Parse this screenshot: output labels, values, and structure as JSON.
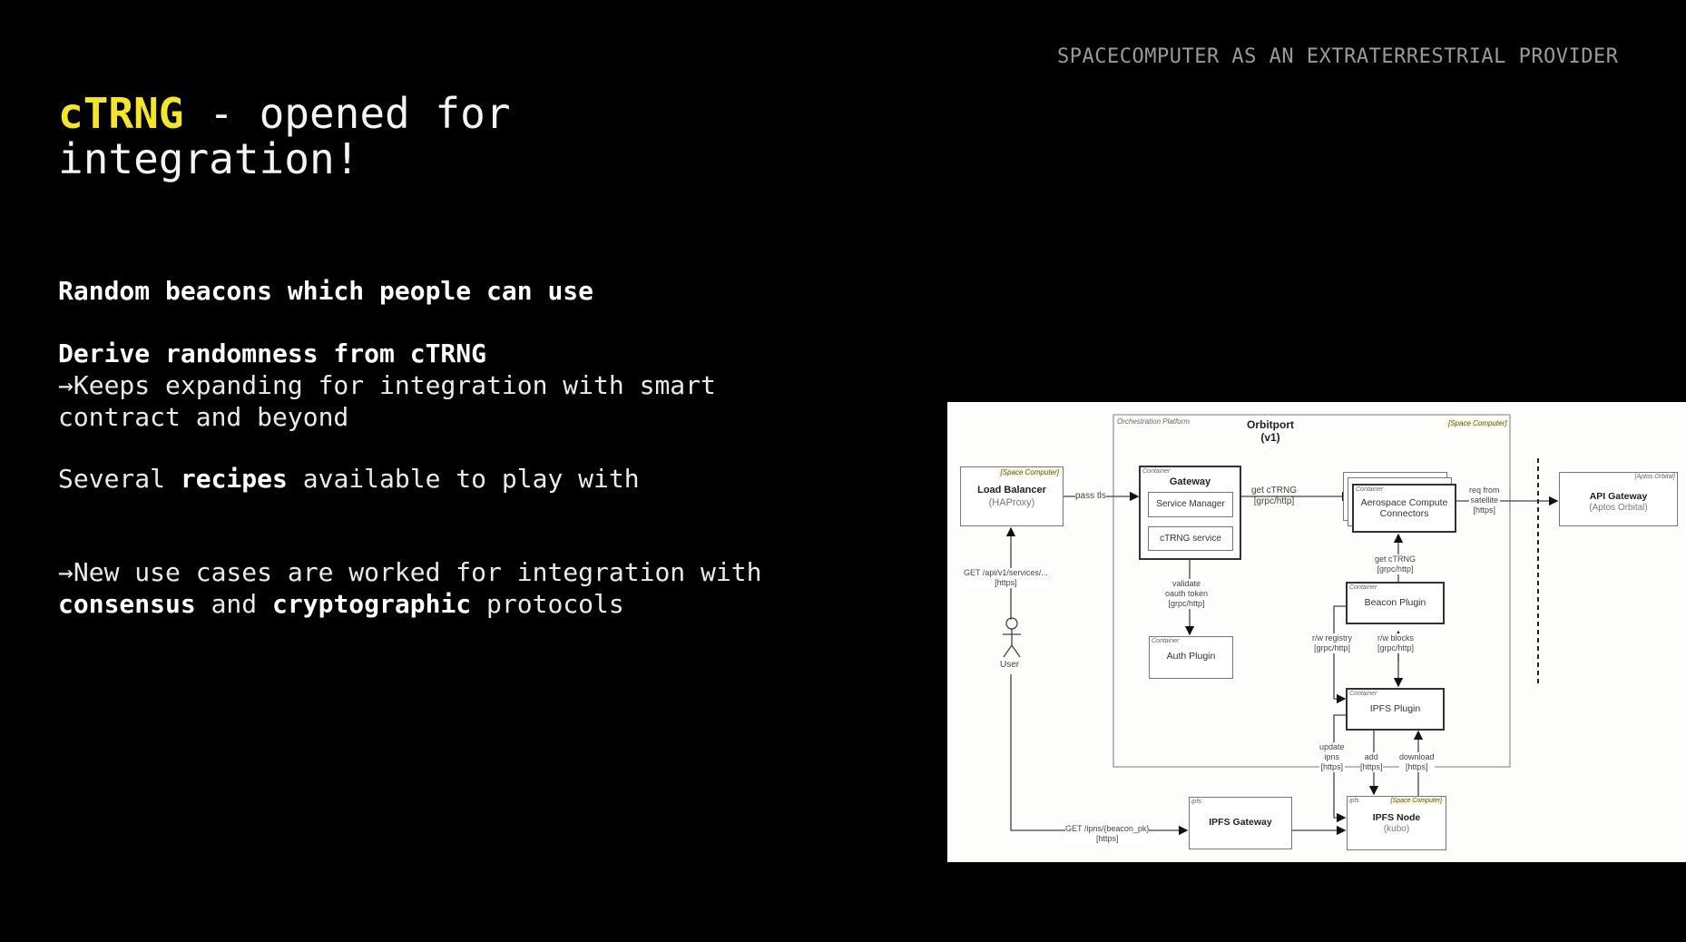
{
  "header": {
    "section_title": "SPACECOMPUTER AS AN EXTRATERRESTRIAL PROVIDER"
  },
  "title": {
    "highlight": "cTRNG",
    "rest_line1": " - opened for",
    "line2": "integration!"
  },
  "content": {
    "line1": "Random beacons which people can use",
    "derive_heading": "Derive randomness from cTRNG",
    "arrow": "→",
    "keeps_line1": "Keeps expanding for integration with smart",
    "keeps_line2": "contract and beyond",
    "several_prefix": "Several ",
    "several_bold": "recipes",
    "several_suffix": " available to play with",
    "new_line1": "New use cases are worked for integration with",
    "new_bold1": "consensus",
    "new_mid": " and ",
    "new_bold2": "cryptographic",
    "new_suffix": " protocols"
  },
  "diagram": {
    "orchestration": {
      "tag": "Orchestration Platform",
      "title": "Orbitport",
      "version": "(v1)",
      "owner": "[Space Computer]"
    },
    "load_balancer": {
      "owner": "[Space Computer]",
      "title": "Load Balancer",
      "sub": "(HAProxy)"
    },
    "gateway": {
      "tag": "Container",
      "title": "Gateway",
      "service_manager": "Service Manager",
      "ctrng_service": "cTRNG service"
    },
    "aerospace": {
      "tag": "Container",
      "line1": "Aerospace Compute",
      "line2": "Connectors"
    },
    "api_gateway": {
      "owner": "[Aptos Orbital]",
      "title": "API Gateway",
      "sub": "(Aptos Orbital)"
    },
    "auth_plugin": {
      "tag": "Container",
      "title": "Auth Plugin"
    },
    "beacon_plugin": {
      "tag": "Container",
      "title": "Beacon Plugin"
    },
    "ipfs_plugin": {
      "tag": "Container",
      "title": "IPFS Plugin"
    },
    "ipfs_gateway": {
      "tag": "ipfs",
      "title": "IPFS Gateway"
    },
    "ipfs_node": {
      "tag": "ipfs",
      "owner": "[Space Computer]",
      "title": "IPFS Node",
      "sub": "(kubo)"
    },
    "user": {
      "label": "User"
    },
    "edges": {
      "pass_tls": "pass tls",
      "get_ctrng_1": "get cTRNG",
      "get_ctrng_1_proto": "[grpc/http]",
      "req_sat_1": "req from",
      "req_sat_2": "satellite",
      "req_sat_3": "[https]",
      "get_api_1": "GET /api/v1/services/...",
      "get_api_2": "[https]",
      "validate_1": "validate",
      "validate_2": "oauth token",
      "validate_3": "[grpc/http]",
      "get_ctrng_2": "get cTRNG",
      "get_ctrng_2_proto": "[grpc/http]",
      "rw_registry": "r/w registry",
      "rw_registry_proto": "[grpc/http]",
      "rw_blocks": "r/w blocks",
      "rw_blocks_proto": "[grpc/http]",
      "update_ipns_1": "update",
      "update_ipns_2": "ipns",
      "update_ipns_3": "[https]",
      "add": "add",
      "add_proto": "[https]",
      "download": "download",
      "download_proto": "[https]",
      "get_ipns_1": "GET /ipns/{beacon_pk}",
      "get_ipns_2": "[https]"
    }
  },
  "colors": {
    "background": "#000000",
    "highlight": "#f5e52a",
    "header": "#9a9a9a",
    "owner_tag_bg": "#fbf8cf"
  }
}
